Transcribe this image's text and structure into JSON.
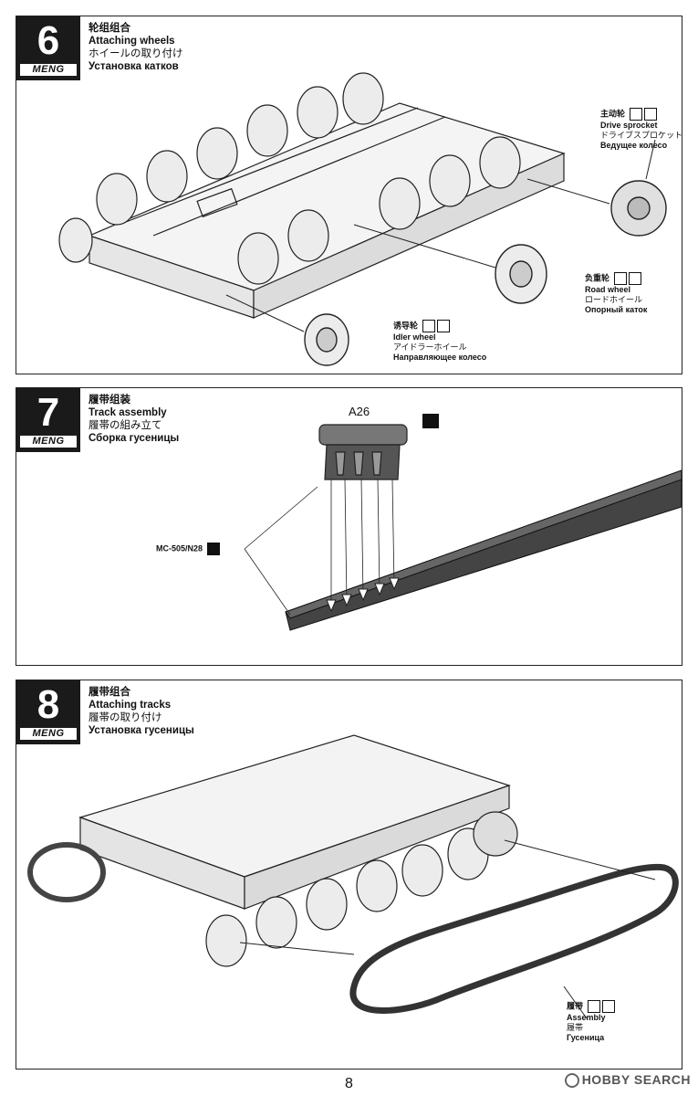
{
  "steps": [
    {
      "number": "6",
      "brand": "MENG",
      "title_zh": "轮组组合",
      "title_en": "Attaching wheels",
      "title_ja": "ホイールの取り付け",
      "title_ru": "Установка катков",
      "parts": {
        "drive_sprocket": {
          "zh": "主动轮",
          "en": "Drive sprocket",
          "ja": "ドライブスプロケット",
          "ru": "Ведущее колесо"
        },
        "road_wheel": {
          "zh": "负重轮",
          "en": "Road wheel",
          "ja": "ロードホイール",
          "ru": "Опорный каток"
        },
        "idler_wheel": {
          "zh": "诱导轮",
          "en": "Idler wheel",
          "ja": "アイドラーホイール",
          "ru": "Направляющее колесо"
        }
      }
    },
    {
      "number": "7",
      "brand": "MENG",
      "title_zh": "履带组装",
      "title_en": "Track assembly",
      "title_ja": "履帯の組み立て",
      "title_ru": "Сборка гусеницы",
      "part_code": "A26",
      "paint_code": "MC-505/N28"
    },
    {
      "number": "8",
      "brand": "MENG",
      "title_zh": "履带组合",
      "title_en": "Attaching tracks",
      "title_ja": "履帯の取り付け",
      "title_ru": "Установка гусеницы",
      "parts": {
        "assembly": {
          "zh": "履带",
          "en": "Assembly",
          "ja": "履帯",
          "ru": "Гусеница"
        }
      }
    }
  ],
  "page_number": "8",
  "watermark": "HOBBY SEARCH"
}
